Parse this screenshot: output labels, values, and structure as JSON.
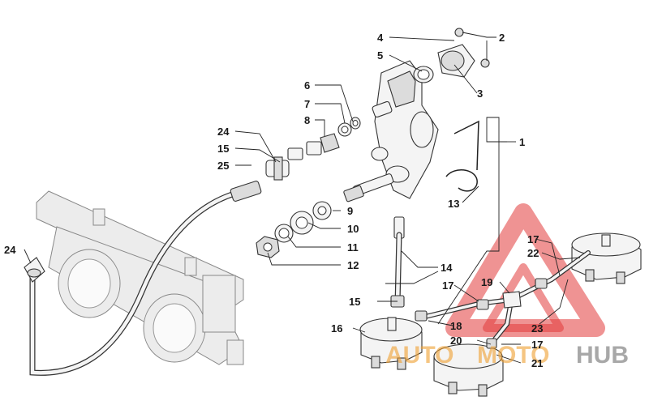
{
  "callouts": {
    "c1": "1",
    "c2": "2",
    "c3": "3",
    "c4": "4",
    "c5": "5",
    "c6": "6",
    "c7": "7",
    "c8": "8",
    "c9": "9",
    "c10": "10",
    "c11": "11",
    "c12": "12",
    "c13": "13",
    "c14": "14",
    "c15a": "15",
    "c15b": "15",
    "c16": "16",
    "c17a": "17",
    "c17b": "17",
    "c17c": "17",
    "c18": "18",
    "c19": "19",
    "c20": "20",
    "c21": "21",
    "c22": "22",
    "c23": "23",
    "c24a": "24",
    "c24b": "24",
    "c25": "25"
  },
  "watermark": {
    "part1": "AUTO",
    "part2": "MOTO",
    "part3": "HUB",
    "color_red": "#e23b3b",
    "color_orange": "#f0a030",
    "color_gray": "#9a9a9a"
  }
}
